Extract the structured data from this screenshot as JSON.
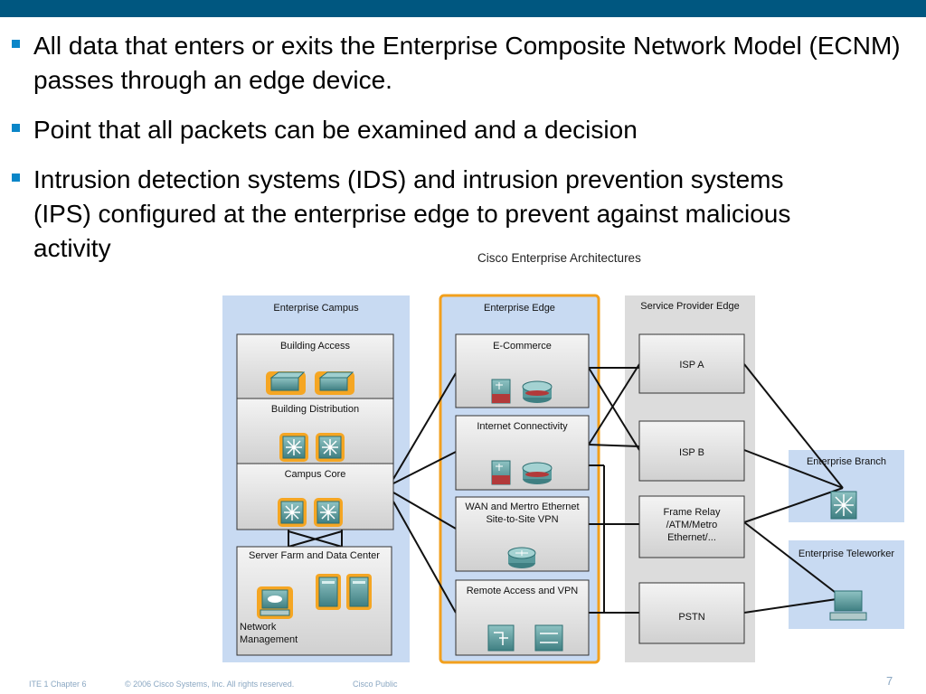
{
  "colors": {
    "topbar": "#005780",
    "bullet": "#0a86c8",
    "campus_bg": "#c8daf2",
    "edge_border": "#f2a01e",
    "provider_bg": "#dcdcdc"
  },
  "bullets": [
    "All data that enters or exits the Enterprise Composite Network Model (ECNM) passes through an edge device.",
    "Point that all packets can be examined and a decision",
    "Intrusion detection systems (IDS) and intrusion prevention systems (IPS) configured at the enterprise edge to prevent against malicious activity"
  ],
  "diagram": {
    "title": "Cisco Enterprise Architectures",
    "campus": {
      "title": "Enterprise Campus",
      "building_access": "Building Access",
      "building_distribution": "Building Distribution",
      "campus_core": "Campus Core",
      "server_farm": "Server Farm and Data Center",
      "network_management": "Network Management"
    },
    "edge": {
      "title": "Enterprise Edge",
      "ecommerce": "E-Commerce",
      "internet": "Internet Connectivity",
      "wan": "WAN and Mertro Ethernet Site-to-Site VPN",
      "remote": "Remote Access and VPN"
    },
    "provider": {
      "title": "Service Provider Edge",
      "isp_a": "ISP A",
      "isp_b": "ISP B",
      "frame_relay": "Frame Relay /ATM/Metro Ethernet/...",
      "pstn": "PSTN"
    },
    "branch": "Enterprise Branch",
    "teleworker": "Enterprise Teleworker"
  },
  "icons": [
    "switch-icon",
    "multilayer-switch-icon",
    "firewall-icon",
    "router-icon",
    "vpn-concentrator-icon",
    "server-icon",
    "workstation-icon"
  ],
  "footer": {
    "chapter": "ITE 1 Chapter 6",
    "copyright": "© 2006 Cisco Systems, Inc. All rights reserved.",
    "classification": "Cisco Public",
    "page": "7"
  }
}
